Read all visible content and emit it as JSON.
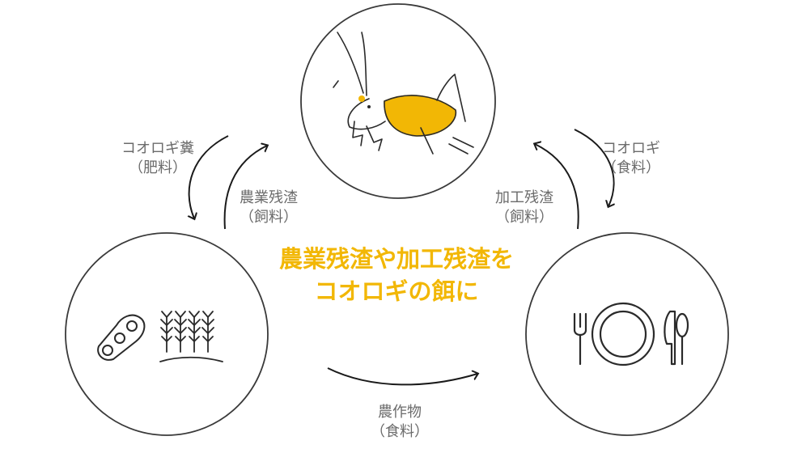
{
  "colors": {
    "accent": "#f2b705",
    "line": "#1a1a1a",
    "label": "#6b6b6b"
  },
  "icons": [
    "cricket-icon",
    "soybean-icon",
    "wheat-icon",
    "plate-icon",
    "fork-icon",
    "knife-icon",
    "spoon-icon"
  ],
  "center_title": {
    "line1": "農業残渣や加工残渣を",
    "line2": "コオロギの餌に"
  },
  "labels": {
    "cricket_feces": {
      "line1": "コオロギ糞",
      "line2": "（肥料）"
    },
    "agri_residue": {
      "line1": "農業残渣",
      "line2": "（飼料）"
    },
    "processing_residue": {
      "line1": "加工残渣",
      "line2": "（飼料）"
    },
    "cricket_food": {
      "line1": "コオロギ",
      "line2": "（食料）"
    },
    "crops": {
      "line1": "農作物",
      "line2": "（食料）"
    }
  }
}
